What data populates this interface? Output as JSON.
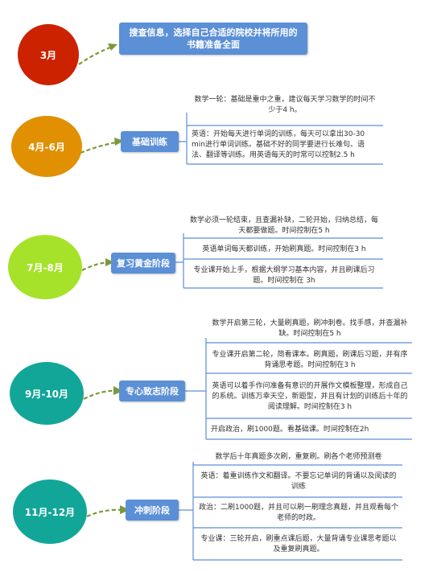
{
  "colors": {
    "box": "#5b8fd6",
    "arrow": "#7a9a3a",
    "c1": "#cc2200",
    "c2": "#e09000",
    "c3": "#a6e22a",
    "c4": "#12a699",
    "c5": "#12a699"
  },
  "stages": [
    {
      "month": "3月",
      "box": "搜查信息，选择自己合适的院校并将所用的书籍准备全面",
      "notes": []
    },
    {
      "month": "4月-6月",
      "box": "基础训练",
      "notes": [
        "数学一轮：基础是重中之重，建议每天学习数学的时间不少于4 h。",
        "英语：开始每天进行单词的训练，每天可以拿出30-30 min进行单词训练。基础不好的同学要进行长难句、语法、翻译等训练。用英语每天的时常可以控制2.5 h"
      ]
    },
    {
      "month": "7月-8月",
      "box": "复习黄金阶段",
      "notes": [
        "数学必须一轮结束，且查漏补缺，二轮开始，归纳总结，每天都要做题。时间控制在5 h",
        "英语单词每天都训练，开始刷真题。时间控制在3 h",
        "专业课开始上手，根据大纲学习基本内容，并且刷课后习题。时间控制在 3h"
      ]
    },
    {
      "month": "9月-10月",
      "box": "专心致志阶段",
      "notes": [
        "数学开启第三轮，大量刷真题，刷冲刺卷。找手感，并查漏补缺。时间控制在5 h",
        "专业课开启第二轮，简看课本。刷真题，刷课后习题，并有序背诵思考题。时间控制在3 h",
        "英语可以着手作问准备有意识的开展作文模板整理，形成自己的系统。训练万幸天空，新题型，并且有计划的训练后十年的阅读理解。时间控制在3 h",
        "开启政治，刷1000题。看基础课。时间控制在2h"
      ]
    },
    {
      "month": "11月-12月",
      "box": "冲刺阶段",
      "notes": [
        "数学后十年真题多次刷，重复刷。刷各个老师预测卷",
        "英语：着重训练作文和翻译。不要忘记单词的背诵以及阅读的训练",
        "政治：二刷1000题，并且可以刷一刷理念真题，并且观看每个老师的时政。",
        "专业课：三轮开启，刷重点课后题，大量背诵专业课思考题以及重复刷真题。"
      ]
    }
  ]
}
